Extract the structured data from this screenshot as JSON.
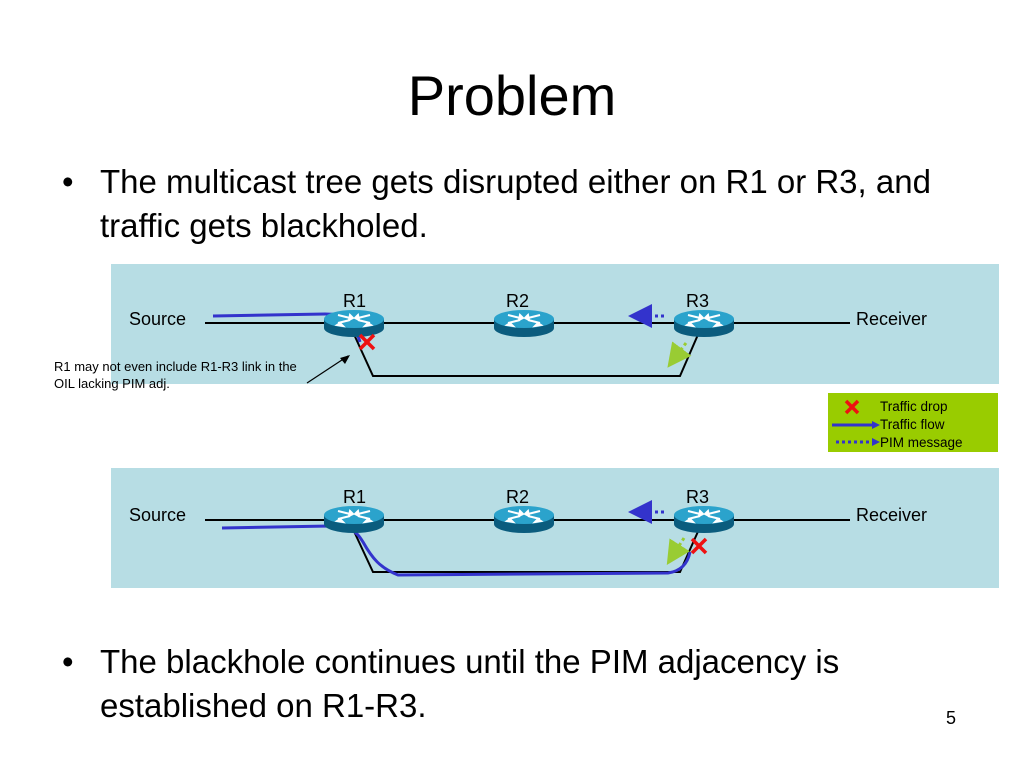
{
  "slide": {
    "title": "Problem",
    "bullet_1": "The multicast tree gets disrupted either on R1 or R3, and traffic gets blackholed.",
    "bullet_2": "The blackhole continues until the PIM adjacency is established on R1-R3.",
    "bullet_marker": "•",
    "page_number": "5"
  },
  "diagram_top": {
    "source_label": "Source",
    "receiver_label": "Receiver",
    "routers": [
      "R1",
      "R2",
      "R3"
    ],
    "annotation": "R1 may not even include R1-R3 link in the OIL lacking PIM adj."
  },
  "diagram_bottom": {
    "source_label": "Source",
    "receiver_label": "Receiver",
    "routers": [
      "R1",
      "R2",
      "R3"
    ]
  },
  "legend": {
    "traffic_drop": "Traffic drop",
    "traffic_flow": "Traffic flow",
    "pim_message": "PIM message"
  },
  "colors": {
    "panel_bg": "#b7dde4",
    "legend_bg": "#99cc00",
    "traffic_flow": "#3333cc",
    "pim_message": "#99cc33",
    "traffic_drop": "#ee1111",
    "router_body": "#1f8fb8"
  },
  "icons": [
    "router-icon",
    "traffic-drop-icon",
    "traffic-flow-arrow-icon",
    "pim-message-arrow-icon"
  ]
}
